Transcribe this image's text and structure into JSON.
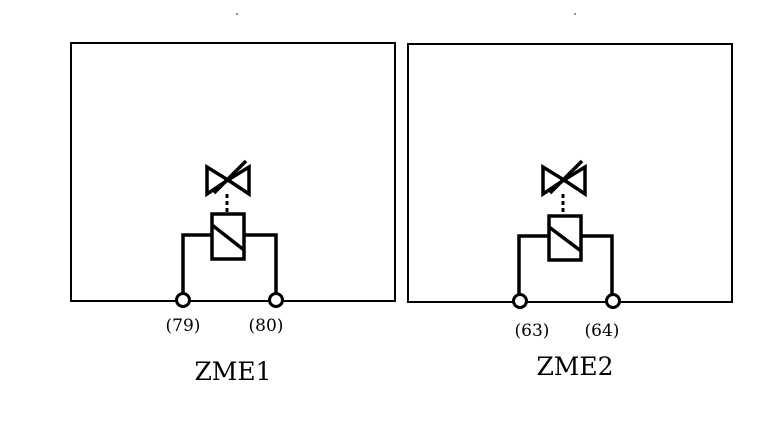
{
  "units": [
    {
      "name": "ZME1",
      "terminals": [
        "(79)",
        "(80)"
      ]
    },
    {
      "name": "ZME2",
      "terminals": [
        "(63)",
        "(64)"
      ]
    }
  ]
}
